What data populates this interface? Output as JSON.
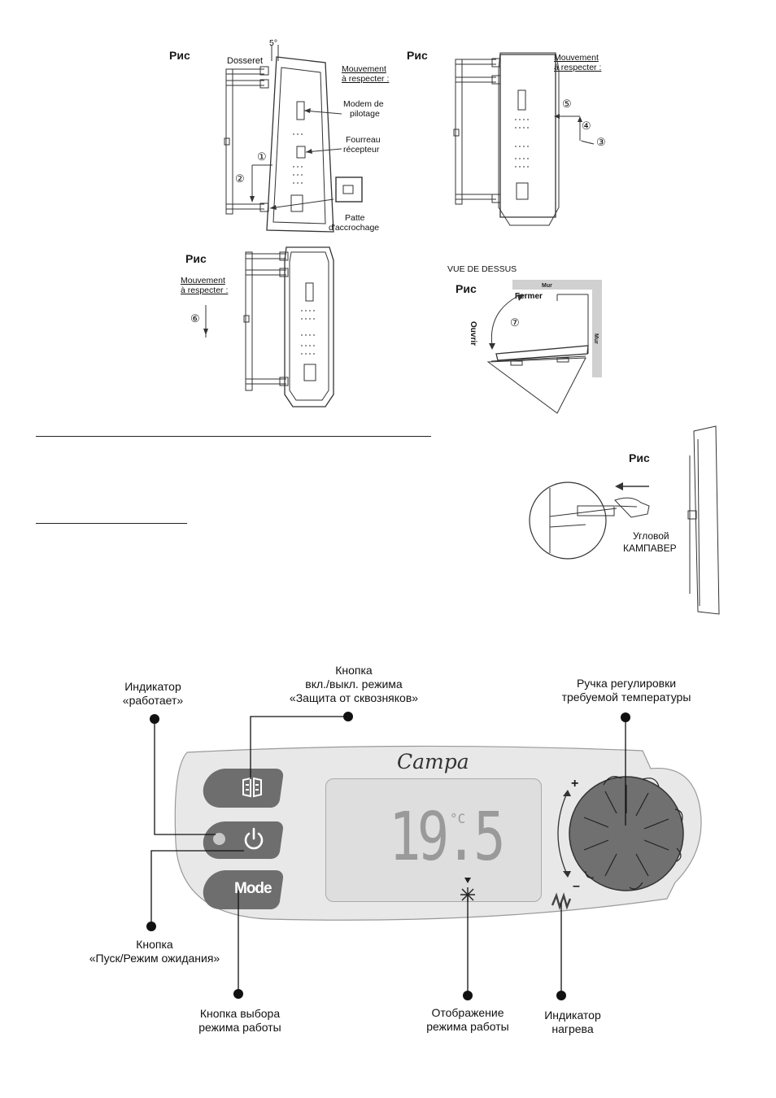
{
  "figures": {
    "fig1": {
      "caption": "Рис",
      "dosseret": "Dosseret",
      "angle": "5°",
      "movement_line1": "Mouvement",
      "movement_line2": "à respecter :",
      "modem_line1": "Modem de",
      "modem_line2": "pilotage",
      "fourreau_line1": "Fourreau",
      "fourreau_line2": "récepteur",
      "patte_line1": "Patte",
      "patte_line2": "d'accrochage",
      "step1": "①",
      "step2": "②"
    },
    "fig2": {
      "caption": "Рис",
      "movement_line1": "Mouvement",
      "movement_line2": "à respecter :",
      "step3": "③",
      "step4": "④",
      "step5": "⑤"
    },
    "fig3": {
      "caption": "Рис",
      "movement_line1": "Mouvement",
      "movement_line2": "à respecter :",
      "step6": "⑥"
    },
    "fig4": {
      "view_label": "VUE DE DESSUS",
      "caption": "Рис",
      "mur_top": "Mur",
      "mur_side": "Mur",
      "fermer": "Fermer",
      "ouvrir": "Ouvrir",
      "step7": "⑦"
    },
    "fig5": {
      "caption": "Рис",
      "corner_line1": "Угловой",
      "corner_line2": "КАМПАВЕР"
    }
  },
  "control_panel": {
    "brand": "Campa",
    "mode_button": "Mode",
    "display_value": "19.5",
    "display_unit": "°C",
    "plus": "+",
    "minus": "–",
    "labels": {
      "indicator_works_line1": "Индикатор",
      "indicator_works_line2": "«работает»",
      "draft_button_line1": "Кнопка",
      "draft_button_line2": "вкл./выкл. режима",
      "draft_button_line3": "«Защита от сквозняков»",
      "knob_line1": "Ручка регулировки",
      "knob_line2": "требуемой температуры",
      "start_button_line1": "Кнопка",
      "start_button_line2": "«Пуск/Режим ожидания»",
      "mode_select_line1": "Кнопка выбора",
      "mode_select_line2": "режима работы",
      "mode_display_line1": "Отображение",
      "mode_display_line2": "режима работы",
      "heat_indicator_line1": "Индикатор",
      "heat_indicator_line2": "нагрева"
    }
  },
  "colors": {
    "panel_bg": "#e8e8e8",
    "button": "#6e6e6e",
    "knob": "#707070",
    "lcd": "#dedede",
    "ink": "#111111"
  }
}
